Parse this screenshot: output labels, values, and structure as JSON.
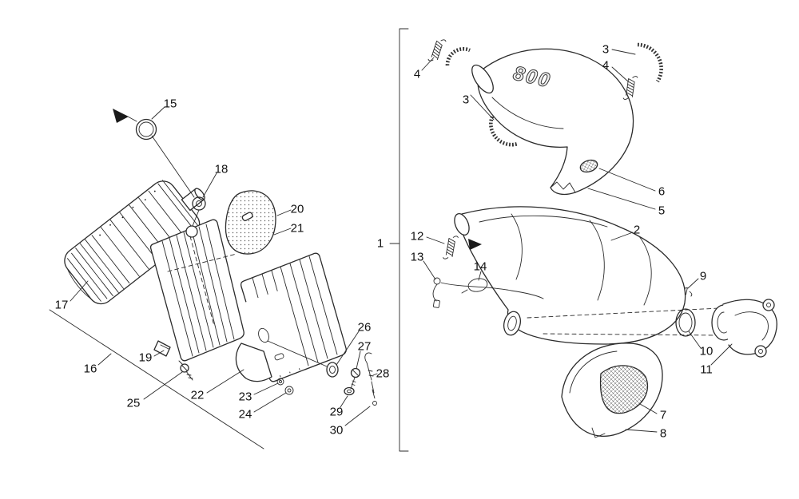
{
  "diagram": {
    "type": "exploded-parts-diagram",
    "pipe_logo": "800",
    "colors": {
      "ink": "#2b2b2b",
      "background": "#ffffff"
    },
    "callouts": {
      "n1": "1",
      "n2": "2",
      "n3a": "3",
      "n3b": "3",
      "n4a": "4",
      "n4b": "4",
      "n5": "5",
      "n6": "6",
      "n7": "7",
      "n8": "8",
      "n9": "9",
      "n10": "10",
      "n11": "11",
      "n12": "12",
      "n13": "13",
      "n14": "14",
      "n15": "15",
      "n16": "16",
      "n17": "17",
      "n18": "18",
      "n19": "19",
      "n20": "20",
      "n21": "21",
      "n22": "22",
      "n23": "23",
      "n24": "24",
      "n25": "25",
      "n26": "26",
      "n27": "27",
      "n28": "28",
      "n29": "29",
      "n30": "30"
    }
  }
}
